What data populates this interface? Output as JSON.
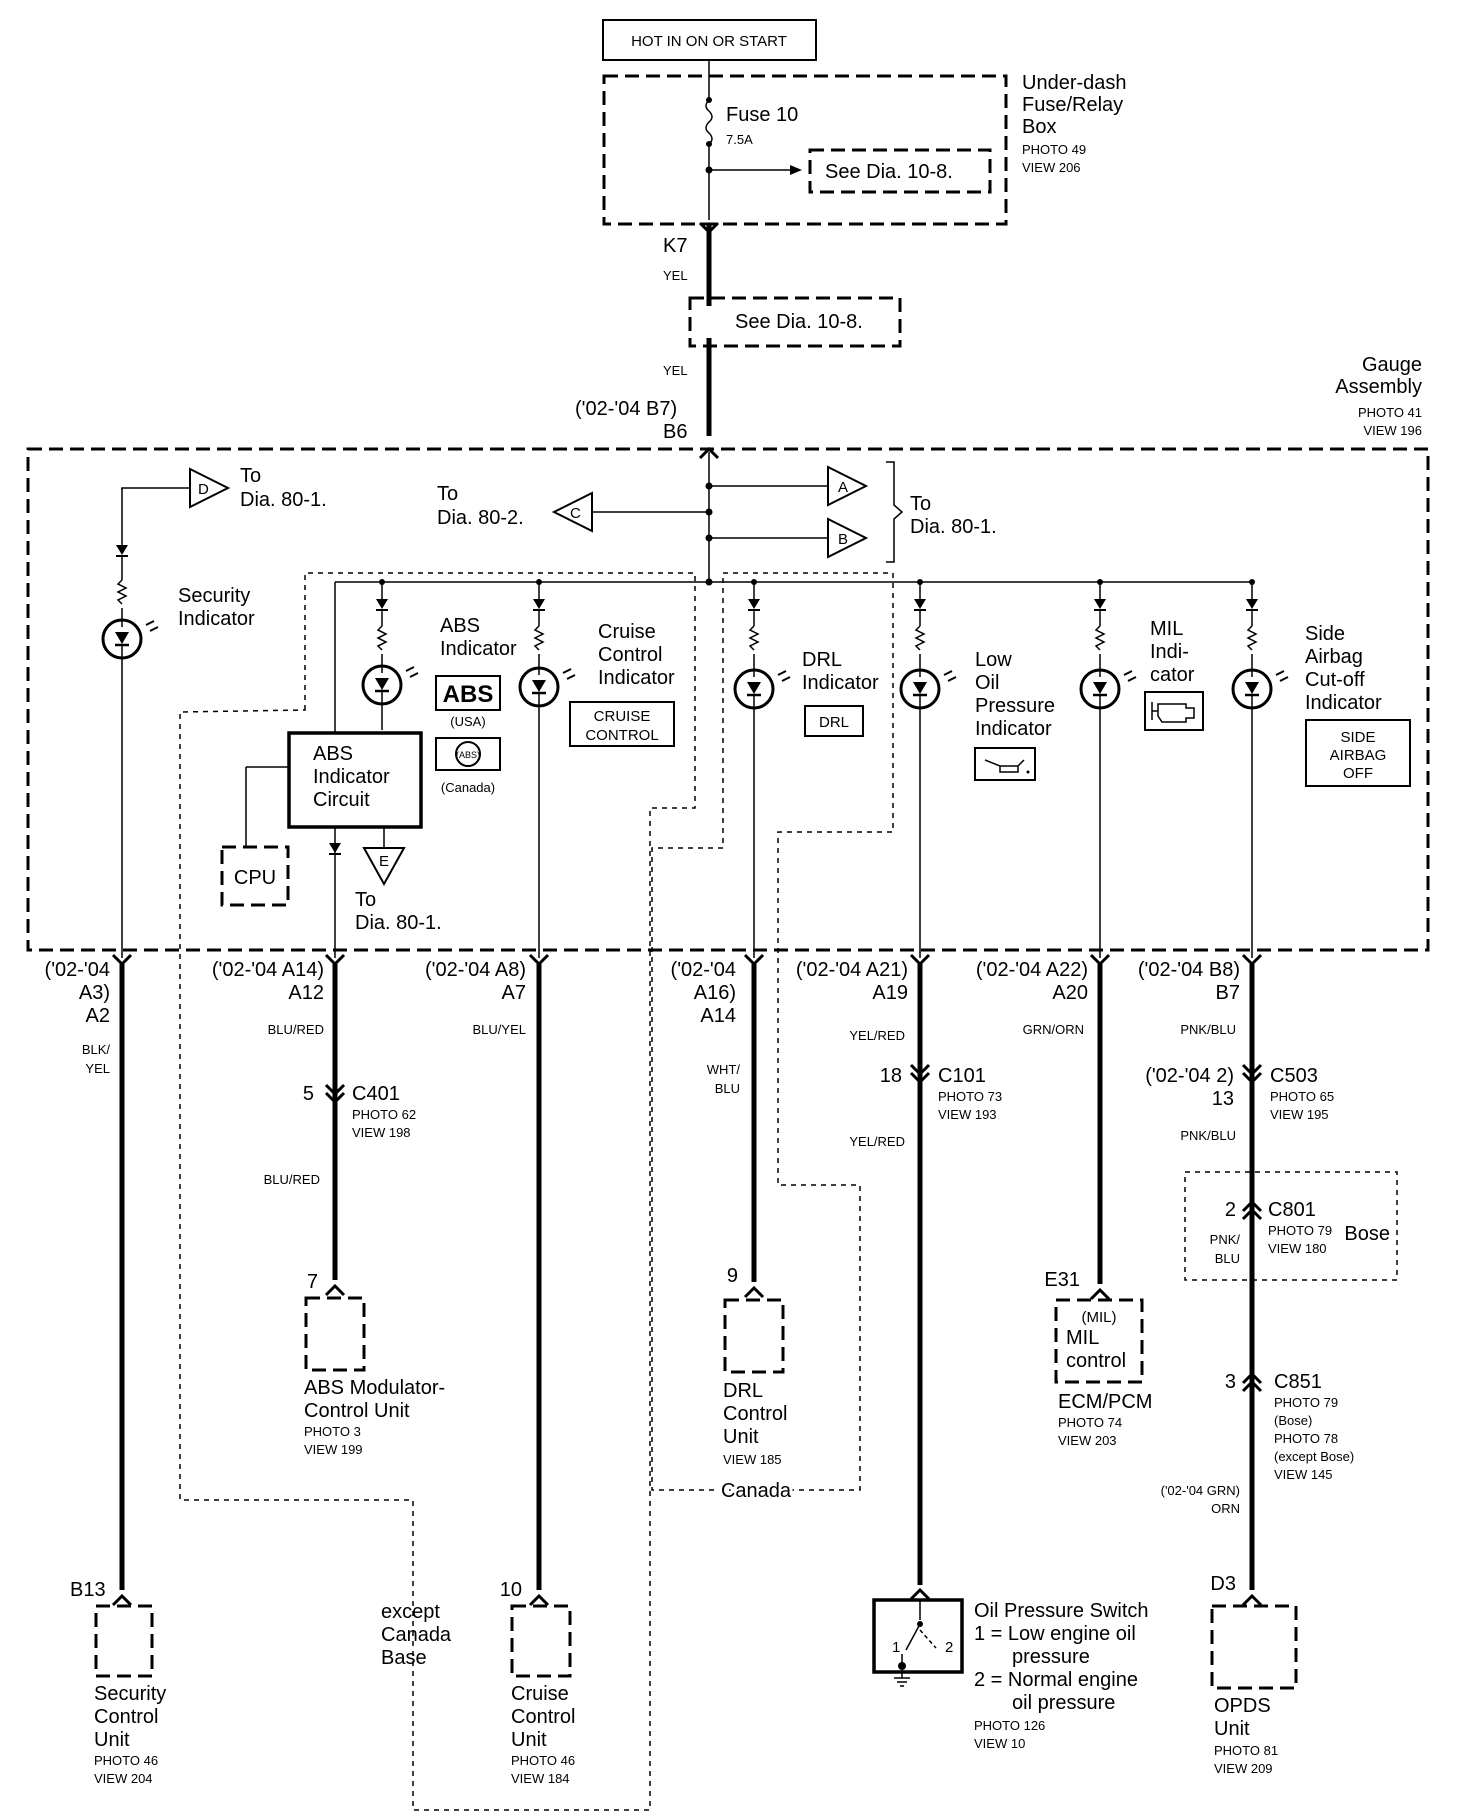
{
  "power": {
    "source": "HOT IN ON OR START"
  },
  "fusebox": {
    "name_lines": [
      "Under-dash",
      "Fuse/Relay",
      "Box"
    ],
    "photo": "PHOTO 49",
    "view": "VIEW 206",
    "fuse": "Fuse 10",
    "rating": "7.5A",
    "see1": "See Dia. 10-8.",
    "see2": "See Dia. 10-8."
  },
  "main": {
    "k7": "K7",
    "wire1": "YEL",
    "wire2": "YEL",
    "b6_alt": "('02-'04 B7)",
    "b6": "B6"
  },
  "gauge": {
    "name_lines": [
      "Gauge",
      "Assembly"
    ],
    "photo": "PHOTO 41",
    "view": "VIEW 196"
  },
  "refs": {
    "d": "D",
    "d_to1": "To",
    "d_to2": "Dia.  80-1.",
    "c": "C",
    "c_to1": "To",
    "c_to2": "Dia.  80-2.",
    "a": "A",
    "b": "B",
    "ab_to1": "To",
    "ab_to2": "Dia.  80-1.",
    "e": "E",
    "e_to1": "To",
    "e_to2": "Dia.  80-1."
  },
  "indicators": {
    "security": [
      "Security",
      "Indicator"
    ],
    "abs": [
      "ABS",
      "Indicator"
    ],
    "abs_badge": "ABS",
    "abs_usa": "(USA)",
    "abs_canada_badge": "(ABS)",
    "abs_canada": "(Canada)",
    "cruise": [
      "Cruise",
      "Control",
      "Indicator"
    ],
    "cruise_badge": [
      "CRUISE",
      "CONTROL"
    ],
    "drl": [
      "DRL",
      "Indicator"
    ],
    "drl_badge": "DRL",
    "oil": [
      "Low",
      "Oil",
      "Pressure",
      "Indicator"
    ],
    "mil": [
      "MIL",
      "Indi-",
      "cator"
    ],
    "airbag": [
      "Side",
      "Airbag",
      "Cut-off",
      "Indicator"
    ],
    "airbag_badge": [
      "SIDE",
      "AIRBAG",
      "OFF"
    ]
  },
  "abs_circuit": {
    "lines": [
      "ABS",
      "Indicator",
      "Circuit"
    ],
    "cpu": "CPU"
  },
  "terminals": {
    "sec": [
      "('02-'04",
      "A3)",
      "A2"
    ],
    "abs": [
      "('02-'04 A14)",
      "A12"
    ],
    "cruise": [
      "('02-'04 A8)",
      "A7"
    ],
    "drl": [
      "('02-'04",
      "A16)",
      "A14"
    ],
    "oil": [
      "('02-'04 A21)",
      "A19"
    ],
    "mil": [
      "('02-'04 A22)",
      "A20"
    ],
    "airbag": [
      "('02-'04 B8)",
      "B7"
    ]
  },
  "wires": {
    "sec": [
      "BLK/",
      "YEL"
    ],
    "abs1": "BLU/RED",
    "abs2": "BLU/RED",
    "cruise": "BLU/YEL",
    "drl": [
      "WHT/",
      "BLU"
    ],
    "oil1": "YEL/RED",
    "oil2": "YEL/RED",
    "mil": "GRN/ORN",
    "airbag1": "PNK/BLU",
    "airbag2": "PNK/BLU",
    "airbag3": [
      "PNK/",
      "BLU"
    ],
    "airbag4": [
      "('02-'04 GRN)",
      "ORN"
    ]
  },
  "connectors": {
    "c401": {
      "pin": "5",
      "name": "C401",
      "photo": "PHOTO 62",
      "view": "VIEW 198"
    },
    "c101": {
      "pin": "18",
      "name": "C101",
      "photo": "PHOTO 73",
      "view": "VIEW 193"
    },
    "c503": {
      "pin_alt": "('02-'04 2)",
      "pin": "13",
      "name": "C503",
      "photo": "PHOTO 65",
      "view": "VIEW 195"
    },
    "c801": {
      "pin": "2",
      "name": "C801",
      "photo": "PHOTO 79",
      "view": "VIEW 180",
      "note": "Bose"
    },
    "c851": {
      "pin": "3",
      "name": "C851",
      "lines": [
        "PHOTO 79",
        "(Bose)",
        "PHOTO 78",
        "(except Bose)",
        "VIEW 145"
      ]
    }
  },
  "components": {
    "security": {
      "pin": "B13",
      "lines": [
        "Security",
        "Control",
        "Unit"
      ],
      "photo": "PHOTO 46",
      "view": "VIEW 204"
    },
    "abs_mod": {
      "pin": "7",
      "lines": [
        "ABS Modulator-",
        "Control Unit"
      ],
      "photo": "PHOTO 3",
      "view": "VIEW 199"
    },
    "cruise": {
      "pin": "10",
      "lines": [
        "Cruise",
        "Control",
        "Unit"
      ],
      "photo": "PHOTO 46",
      "view": "VIEW 184"
    },
    "drl": {
      "pin": "9",
      "lines": [
        "DRL",
        "Control",
        "Unit"
      ],
      "view": "VIEW 185"
    },
    "ecm": {
      "pin": "E31",
      "inner": [
        "(MIL)",
        "MIL",
        "control"
      ],
      "name": "ECM/PCM",
      "photo": "PHOTO 74",
      "view": "VIEW 203"
    },
    "oil_switch": {
      "title": "Oil Pressure Switch",
      "l1": "1 = Low engine oil",
      "l2": "pressure",
      "l3": "2 = Normal engine",
      "l4": "oil pressure",
      "photo": "PHOTO 126",
      "view": "VIEW 10",
      "p1": "1",
      "p2": "2"
    },
    "opds": {
      "pin": "D3",
      "lines": [
        "OPDS",
        "Unit"
      ],
      "photo": "PHOTO 81",
      "view": "VIEW 209"
    }
  },
  "notes": {
    "canada": "Canada",
    "except": [
      "except",
      "Canada",
      "Base"
    ]
  }
}
